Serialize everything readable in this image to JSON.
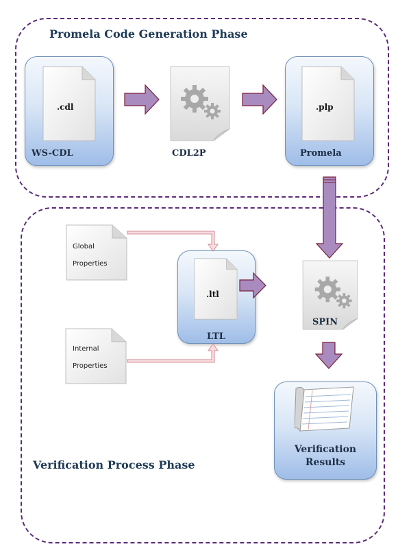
{
  "phases": {
    "generation": {
      "title": "Promela Code Generation Phase"
    },
    "verification": {
      "title": "Verification Process Phase"
    }
  },
  "nodes": {
    "wscdl": {
      "label": "WS-CDL",
      "ext": ".cdl"
    },
    "cdl2p": {
      "label": "CDL2P"
    },
    "promela": {
      "label": "Promela",
      "ext": ".plp"
    },
    "ltl": {
      "label": "LTL",
      "ext": ".ltl"
    },
    "spin": {
      "label": "SPIN"
    },
    "global_props": {
      "line1": "Global",
      "line2": "Properties"
    },
    "internal_props": {
      "line1": "Internal",
      "line2": "Properties"
    },
    "results": {
      "line1": "Verification",
      "line2": "Results"
    }
  },
  "colors": {
    "phase_border": "#5b2a78",
    "arrow_fill": "#a98bbf",
    "arrow_stroke": "#7a1f3a",
    "thin_arrow": "#d9a3ab"
  }
}
